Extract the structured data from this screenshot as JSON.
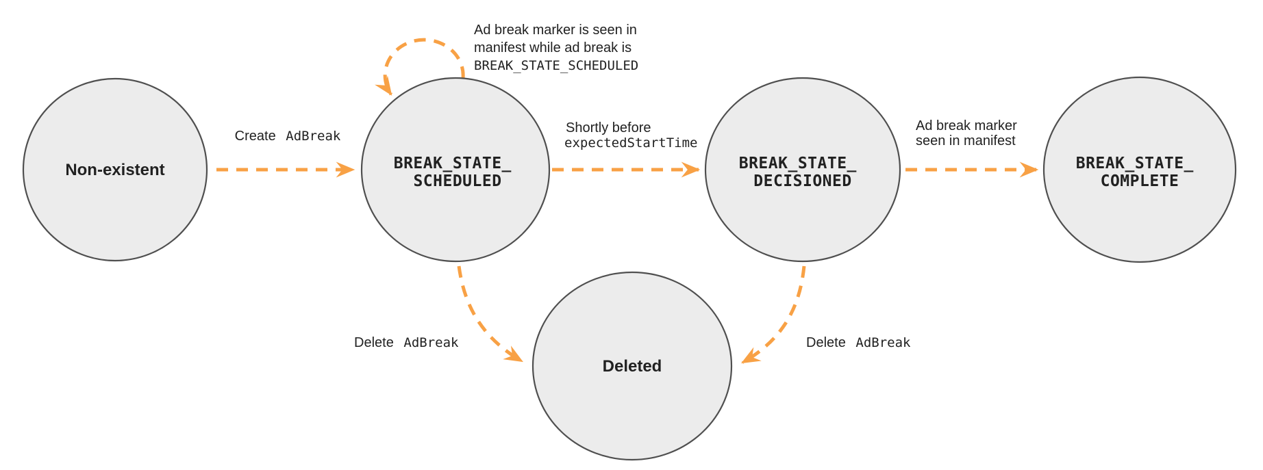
{
  "colors": {
    "arrow": "#F8A145",
    "node_fill": "#ECECEC",
    "node_stroke": "#4F4F4F",
    "text": "#212121"
  },
  "states": {
    "non_existent": {
      "label": "Non-existent"
    },
    "scheduled": {
      "line1": "BREAK_STATE_",
      "line2": "SCHEDULED"
    },
    "decisioned": {
      "line1": "BREAK_STATE_",
      "line2": "DECISIONED"
    },
    "complete": {
      "line1": "BREAK_STATE_",
      "line2": "COMPLETE"
    },
    "deleted": {
      "label": "Deleted"
    }
  },
  "transitions": {
    "create": {
      "text": "Create",
      "code": "AdBreak"
    },
    "self_loop": {
      "line1": "Ad break marker is seen in",
      "line2": "manifest while ad break is",
      "code_line": "BREAK_STATE_SCHEDULED"
    },
    "shortly_before": {
      "line1": "Shortly before",
      "code_line": "expectedStartTime"
    },
    "marker_seen": {
      "line1": "Ad break marker",
      "line2": "seen in manifest"
    },
    "delete_from_scheduled": {
      "text": "Delete",
      "code": "AdBreak"
    },
    "delete_from_decisioned": {
      "text": "Delete",
      "code": "AdBreak"
    }
  }
}
